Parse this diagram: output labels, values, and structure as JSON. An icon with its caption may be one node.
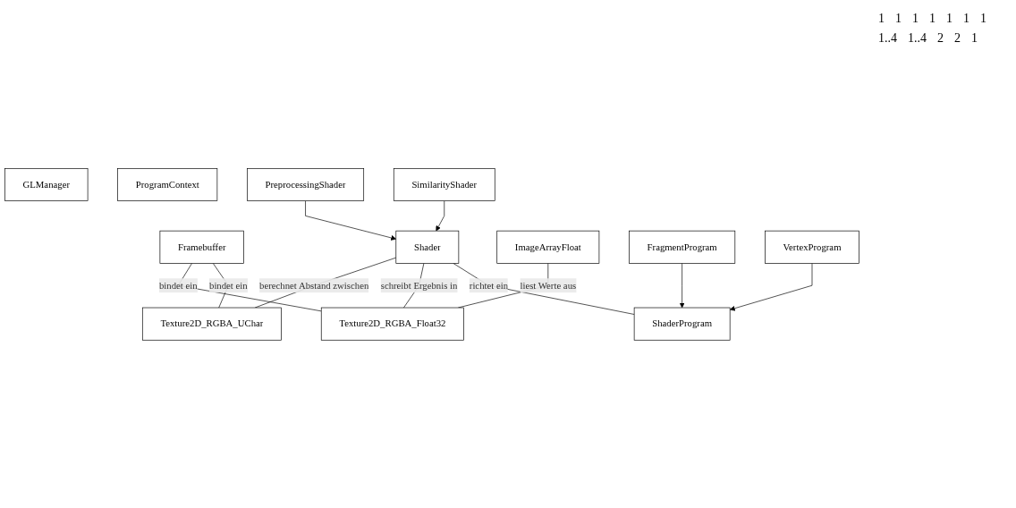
{
  "diagram": {
    "nodes": [
      {
        "text": [
          "GLManager"
        ]
      },
      {
        "text": [
          "ProgramContext"
        ]
      },
      {
        "text": [
          "Framebuffer"
        ]
      },
      {
        "text": [
          "Shader"
        ]
      },
      {
        "text": [
          "ImageArrayFloat"
        ]
      },
      {
        "text": [
          "PreprocessingShader"
        ]
      },
      {
        "text": [
          "SimilarityShader"
        ]
      },
      {
        "text": [
          "Texture2D_RGBA_Float32"
        ]
      },
      {
        "text": [
          "Texture2D_RGBA_UChar"
        ]
      },
      {
        "text": [
          "ShaderProgram"
        ]
      },
      {
        "text": [
          "FragmentProgram"
        ]
      },
      {
        "text": [
          "VertexProgram"
        ]
      }
    ],
    "edges": [
      {
        "from": 3,
        "to": 8,
        "arrow": "none",
        "label": "berechnet Abstand zwischen"
      },
      {
        "from": 3,
        "to": 7,
        "arrow": "none",
        "label": "schreibt Ergebnis in"
      },
      {
        "from": 5,
        "to": 3,
        "arrow": "to"
      },
      {
        "from": 6,
        "to": 3,
        "arrow": "to"
      },
      {
        "from": 4,
        "to": 7,
        "arrow": "none",
        "label": "liest Werte aus"
      },
      {
        "from": 2,
        "to": 7,
        "arrow": "none",
        "label": "bindet ein"
      },
      {
        "from": 2,
        "to": 8,
        "arrow": "none",
        "label": "bindet ein"
      },
      {
        "from": 3,
        "to": 9,
        "arrow": "none",
        "label": "richtet ein"
      },
      {
        "from": 10,
        "to": 9,
        "arrow": "to"
      },
      {
        "from": 11,
        "to": 9,
        "arrow": "to"
      }
    ],
    "labels": [
      "1",
      "1",
      "1",
      "1",
      "1",
      "1",
      "1",
      "1..4",
      "1..4",
      "2",
      "2",
      "1"
    ]
  }
}
